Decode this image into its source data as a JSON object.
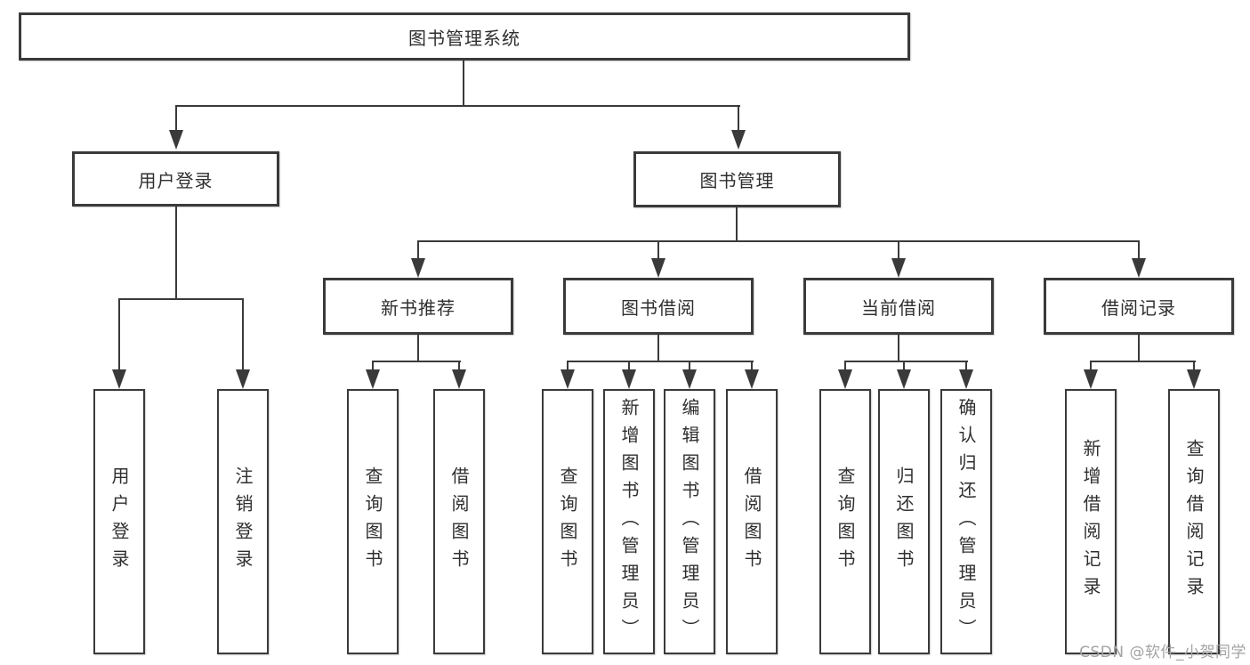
{
  "tree": {
    "root": {
      "label": "图书管理系统"
    },
    "level2": [
      {
        "label": "用户登录"
      },
      {
        "label": "图书管理"
      }
    ],
    "level3": [
      {
        "label": "新书推荐"
      },
      {
        "label": "图书借阅"
      },
      {
        "label": "当前借阅"
      },
      {
        "label": "借阅记录"
      }
    ],
    "leaves": [
      {
        "label": "用户登录"
      },
      {
        "label": "注销登录"
      },
      {
        "label": "查询图书"
      },
      {
        "label": "借阅图书"
      },
      {
        "label": "查询图书"
      },
      {
        "label": "新增图书（管理员）"
      },
      {
        "label": "编辑图书（管理员）"
      },
      {
        "label": "借阅图书"
      },
      {
        "label": "查询图书"
      },
      {
        "label": "归还图书"
      },
      {
        "label": "确认归还（管理员）"
      },
      {
        "label": "新增借阅记录"
      },
      {
        "label": "查询借阅记录"
      }
    ]
  },
  "watermark": {
    "text": "CSDN @软件_小贺同学"
  },
  "colors": {
    "line": "#3a3a3a",
    "text": "#2f2f2f",
    "watermark": "#a3a3a3",
    "bg": "#ffffff"
  }
}
